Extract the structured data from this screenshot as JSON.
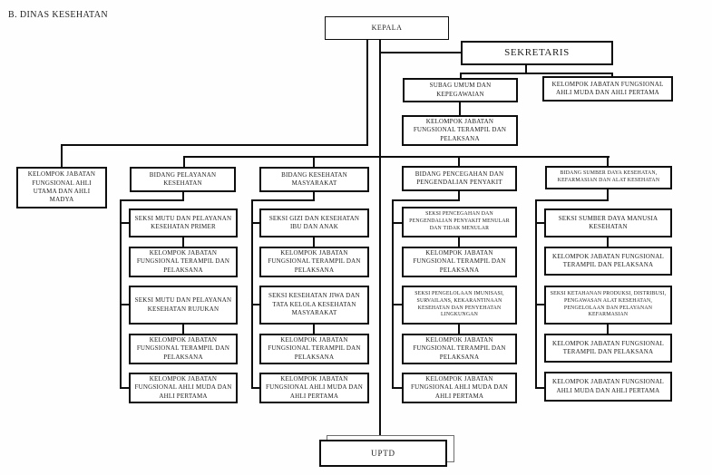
{
  "page": {
    "title": "B. DINAS KESEHATAN"
  },
  "org": {
    "kepala": {
      "label": "KEPALA"
    },
    "sekretaris": {
      "label": "SEKRETARIS"
    },
    "subag_umum": {
      "label": "SUBAG UMUM DAN KEPEGAWAIAN"
    },
    "sekretariat_kjf_ahli": {
      "label": "KELOMPOK JABATAN FUNGSIONAL AHLI MUDA DAN AHLI PERTAMA"
    },
    "sekretariat_kjf_terampil": {
      "label": "KELOMPOK JABATAN FUNGSIONAL TERAMPIL DAN PELAKSANA"
    },
    "kjf_ahli_utama_madya": {
      "label": "KELOMPOK JABATAN FUNGSIONAL AHLI UTAMA DAN AHLI MADYA"
    },
    "uptd": {
      "label": "UPTD"
    },
    "bidang": [
      {
        "header": "BIDANG PELAYANAN KESEHATAN",
        "boxes": [
          "SEKSI MUTU DAN PELAYANAN KESEHATAN PRIMER",
          "KELOMPOK JABATAN FUNGSIONAL TERAMPIL DAN PELAKSANA",
          "SEKSI MUTU DAN PELAYANAN KESEHATAN RUJUKAN",
          "KELOMPOK JABATAN FUNGSIONAL TERAMPIL DAN PELAKSANA",
          "KELOMPOK JABATAN FUNGSIONAL AHLI MUDA DAN AHLI PERTAMA"
        ]
      },
      {
        "header": "BIDANG KESEHATAN MASYARAKAT",
        "boxes": [
          "SEKSI GIZI DAN KESEHATAN IBU DAN ANAK",
          "KELOMPOK JABATAN FUNGSIONAL TERAMPIL DAN PELAKSANA",
          "SEKSI KESEHATAN JIWA DAN TATA KELOLA KESEHATAN MASYARAKAT",
          "KELOMPOK JABATAN FUNGSIONAL TERAMPIL DAN PELAKSANA",
          "KELOMPOK JABATAN FUNGSIONAL AHLI MUDA DAN AHLI PERTAMA"
        ]
      },
      {
        "header": "BIDANG PENCEGAHAN DAN PENGENDALIAN PENYAKIT",
        "boxes": [
          "SEKSI PENCEGAHAN DAN PENGENDALIAN PENYAKIT MENULAR DAN TIDAK MENULAR",
          "KELOMPOK JABATAN FUNGSIONAL TERAMPIL DAN PELAKSANA",
          "SEKSI PENGELOLAAN IMUNISASI, SURVAILANS, KEKARANTINAAN KESEHATAN DAN PENYEHATAN LINGKUNGAN",
          "KELOMPOK JABATAN FUNGSIONAL TERAMPIL DAN PELAKSANA",
          "KELOMPOK JABATAN FUNGSIONAL AHLI MUDA DAN AHLI PERTAMA"
        ]
      },
      {
        "header": "BIDANG SUMBER DAYA KESEHATAN, KEFARMASIAN DAN ALAT KESEHATAN",
        "boxes": [
          "SEKSI SUMBER DAYA MANUSIA KESEHATAN",
          "KELOMPOK JABATAN FUNGSIONAL TERAMPIL DAN PELAKSANA",
          "SEKSI KETAHANAN PRODUKSI, DISTRIBUSI, PENGAWASAN ALAT KESEHATAN, PENGELOLAAN DAN PELAYANAN KEFARMASIAN",
          "KELOMPOK JABATAN FUNGSIONAL TERAMPIL DAN PELAKSANA",
          "KELOMPOK JABATAN FUNGSIONAL AHLI MUDA DAN AHLI PERTAMA"
        ]
      }
    ]
  }
}
